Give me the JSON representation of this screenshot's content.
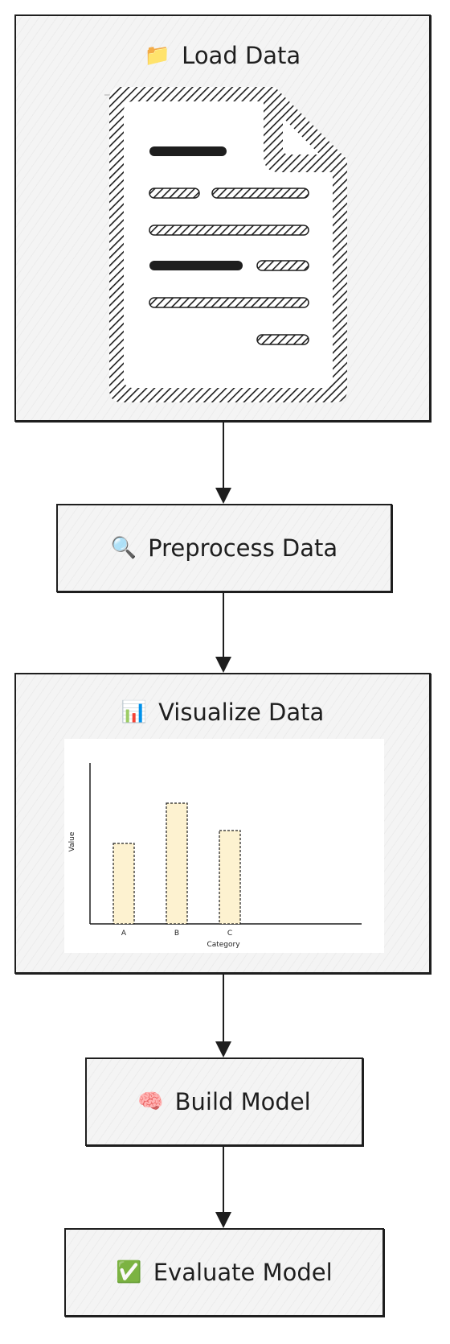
{
  "nodes": {
    "load": {
      "label": "Load Data",
      "icon": "folder-icon",
      "glyph": "📁"
    },
    "preprocess": {
      "label": "Preprocess Data",
      "icon": "magnifier-icon",
      "glyph": "🔍"
    },
    "visualize": {
      "label": "Visualize Data",
      "icon": "bar-chart-icon",
      "glyph": "📊"
    },
    "build": {
      "label": "Build Model",
      "icon": "brain-icon",
      "glyph": "🧠"
    },
    "evaluate": {
      "label": "Evaluate Model",
      "icon": "check-icon",
      "glyph": "✅"
    }
  },
  "document_icon": "document-icon",
  "chart_data": {
    "type": "bar",
    "categories": [
      "A",
      "B",
      "C"
    ],
    "values": [
      5,
      7.5,
      5.8
    ],
    "title": "",
    "xlabel": "Category",
    "ylabel": "Value",
    "ylim": [
      0,
      10
    ],
    "grid": false,
    "bar_color": "#fdf2d0",
    "bar_edge_color": "#1e1e1e"
  }
}
